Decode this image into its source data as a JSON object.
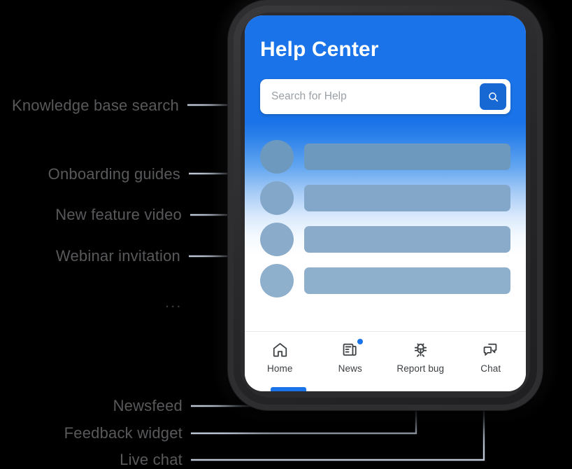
{
  "annotations": {
    "left": [
      {
        "id": "knowledge-base-search",
        "text": "Knowledge base search"
      },
      {
        "id": "onboarding-guides",
        "text": "Onboarding guides"
      },
      {
        "id": "new-feature-video",
        "text": "New feature video"
      },
      {
        "id": "webinar-invitation",
        "text": "Webinar invitation"
      }
    ],
    "ellipsis": "...",
    "bottom": [
      {
        "id": "newsfeed",
        "text": "Newsfeed"
      },
      {
        "id": "feedback-widget",
        "text": "Feedback widget"
      },
      {
        "id": "live-chat",
        "text": "Live chat"
      }
    ],
    "line_color": "#bcc6d4",
    "text_color": "#58595b"
  },
  "app": {
    "title": "Help Center",
    "accent_color": "#1a73e8",
    "search": {
      "placeholder": "Search for Help",
      "value": "",
      "button_icon": "search-icon",
      "button_color": "#1868d4"
    },
    "skeleton_rows": [
      {
        "id": "row-1"
      },
      {
        "id": "row-2"
      },
      {
        "id": "row-3"
      },
      {
        "id": "row-4"
      }
    ],
    "bottom_nav": [
      {
        "id": "home",
        "label": "Home",
        "icon": "home-icon",
        "badge": false,
        "active": true
      },
      {
        "id": "news",
        "label": "News",
        "icon": "newspaper-icon",
        "badge": true,
        "active": false
      },
      {
        "id": "report-bug",
        "label": "Report bug",
        "icon": "bug-icon",
        "badge": false,
        "active": false
      },
      {
        "id": "chat",
        "label": "Chat",
        "icon": "chat-icon",
        "badge": false,
        "active": false
      }
    ]
  }
}
